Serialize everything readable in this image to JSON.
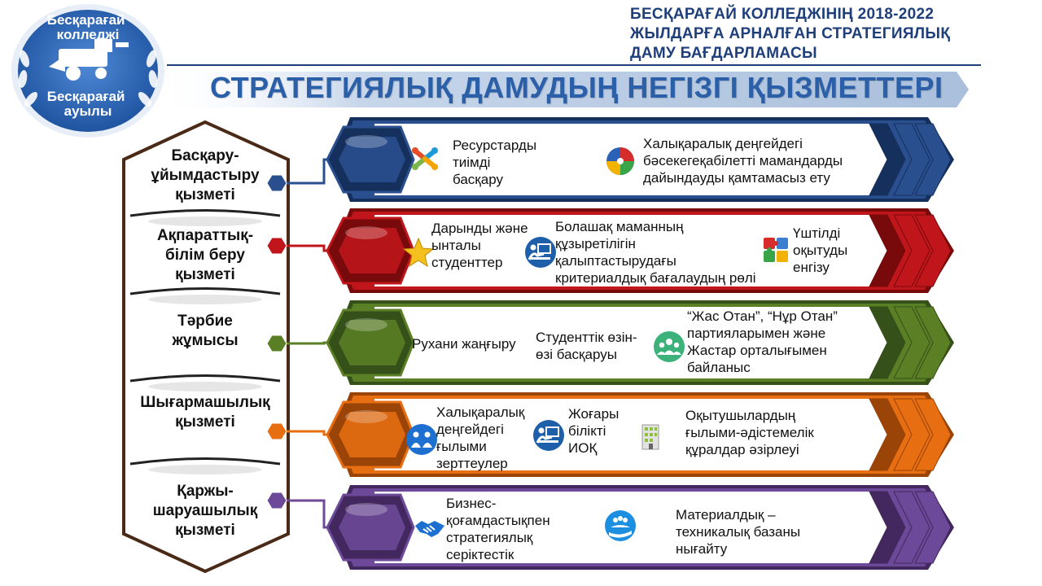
{
  "logo": {
    "top_text": "Бесқарағай колледжі",
    "bottom_text": "Бесқарағай ауылы"
  },
  "header": {
    "lines": [
      "БЕСҚАРАҒАЙ КОЛЛЕДЖІНІҢ  2018-2022",
      "ЖЫЛДАРҒА АРНАЛҒАН СТРАТЕГИЯЛЫҚ",
      "ДАМУ БАҒДАРЛАМАСЫ"
    ]
  },
  "banner": {
    "title": "СТРАТЕГИЯЛЫҚ  ДАМУДЫҢ  НЕГІЗГІ ҚЫЗМЕТТЕРІ"
  },
  "colors": {
    "blue": "#2a4f8f",
    "red": "#c0161b",
    "green": "#5b7f24",
    "orange": "#e86e12",
    "purple": "#6d4a99",
    "title": "#2b5fa8",
    "header": "#1f3f7a"
  },
  "categories": [
    {
      "label": "Басқару-ұйымдастыру қызметі",
      "lines": [
        "Басқару-",
        "ұйымдастыру",
        "қызметі"
      ],
      "color": "#2a4f8f",
      "dark": "#15305d"
    },
    {
      "label": "Ақпараттық-білім беру қызметі",
      "lines": [
        "Ақпараттық-",
        "білім  беру",
        "қызметі"
      ],
      "color": "#c0161b",
      "dark": "#780a0c"
    },
    {
      "label": "Тәрбие жұмысы",
      "lines": [
        "Тәрбие",
        "жұмысы"
      ],
      "color": "#5b7f24",
      "dark": "#36501a"
    },
    {
      "label": "Шығармашылық қызметі",
      "lines": [
        "Шығармашылық",
        "қызметі"
      ],
      "color": "#e86e12",
      "dark": "#9a4407"
    },
    {
      "label": "Қаржы-шаруашылық қызметі",
      "lines": [
        "Қаржы-",
        "шаруашылық",
        "қызметі"
      ],
      "color": "#6d4a99",
      "dark": "#42285f"
    }
  ],
  "rows": [
    {
      "items": [
        {
          "icon": "joomla-icon",
          "lines": [
            "Ресурстарды",
            "тиімді",
            "басқару"
          ]
        },
        {
          "icon": "puzzle-ball-icon",
          "lines": [
            "Халықаралық деңгейдегі",
            "бәсекегеқабілетті мамандарды",
            "дайындауды қамтамасыз ету"
          ]
        }
      ]
    },
    {
      "items": [
        {
          "icon": "star-icon",
          "lines": [
            "Дарынды және",
            "ынталы",
            "студенттер"
          ]
        },
        {
          "icon": "presentation-icon",
          "lines": [
            "Болашақ маманның",
            "құзыретілігін",
            "қалыптастырудағы",
            "критериалдық бағалаудың рөлі"
          ]
        },
        {
          "icon": "puzzle-pieces-icon",
          "lines": [
            "Үштілді",
            "оқытуды",
            "енгізу"
          ]
        }
      ]
    },
    {
      "items": [
        {
          "icon": "",
          "lines": [
            "Рухани жаңғыру"
          ]
        },
        {
          "icon": "",
          "lines": [
            "Студенттік өзін-",
            "өзі басқаруы"
          ]
        },
        {
          "icon": "group-icon",
          "lines": [
            "“Жас Отан”, “Нұр Отан”",
            "партияларымен және",
            "Жастар орталығымен",
            "байланыс"
          ]
        }
      ]
    },
    {
      "items": [
        {
          "icon": "people-meeting-icon",
          "lines": [
            "Халықаралық",
            "деңгейдегі",
            "ғылыми",
            "зерттеулер"
          ]
        },
        {
          "icon": "teacher-icon",
          "lines": [
            "Жоғары",
            "білікті",
            "ИОҚ"
          ]
        },
        {
          "icon": "building-icon",
          "lines": [
            "Оқытушылардың",
            "ғылыми-әдістемелік",
            "құралдар әзірлеуі"
          ]
        }
      ]
    },
    {
      "items": [
        {
          "icon": "handshake-icon",
          "lines": [
            "Бизнес-",
            "қоғамдастықпен",
            "стратегиялық",
            "серіктестік"
          ]
        },
        {
          "icon": "hand-people-icon",
          "lines": [
            "Материалдық –",
            "техникалық базаны",
            "нығайту"
          ]
        }
      ]
    }
  ]
}
